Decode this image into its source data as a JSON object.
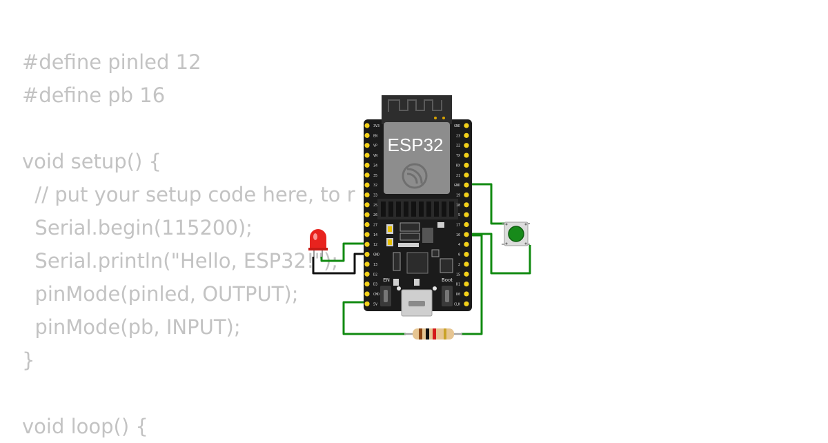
{
  "code": {
    "lines": [
      "#define pinled 12",
      "#define pb 16",
      "",
      "void setup() {",
      "  // put your setup code here, to r",
      "  Serial.begin(115200);",
      "  Serial.println(\"Hello, ESP32!\");",
      "  pinMode(pinled, OUTPUT);",
      "  pinMode(pb, INPUT);",
      "}",
      "",
      "void loop() {"
    ]
  },
  "board": {
    "chip_label": "ESP32",
    "en_label": "EN",
    "boot_label": "Boot",
    "left_pins": [
      "3V3",
      "EN",
      "VP",
      "VN",
      "34",
      "35",
      "32",
      "33",
      "25",
      "26",
      "27",
      "14",
      "12",
      "GND",
      "13",
      "D2",
      "D3",
      "CMD",
      "5V"
    ],
    "right_pins": [
      "GND",
      "23",
      "22",
      "TX",
      "RX",
      "21",
      "GND",
      "19",
      "18",
      "5",
      "17",
      "16",
      "4",
      "0",
      "2",
      "15",
      "D1",
      "D0",
      "CLK"
    ]
  },
  "colors": {
    "board": "#1b1b1b",
    "pin": "#f3d11a",
    "wire_green": "#108a10",
    "wire_black": "#111111",
    "led": "#e8231e",
    "button_cap": "#178a1a"
  }
}
